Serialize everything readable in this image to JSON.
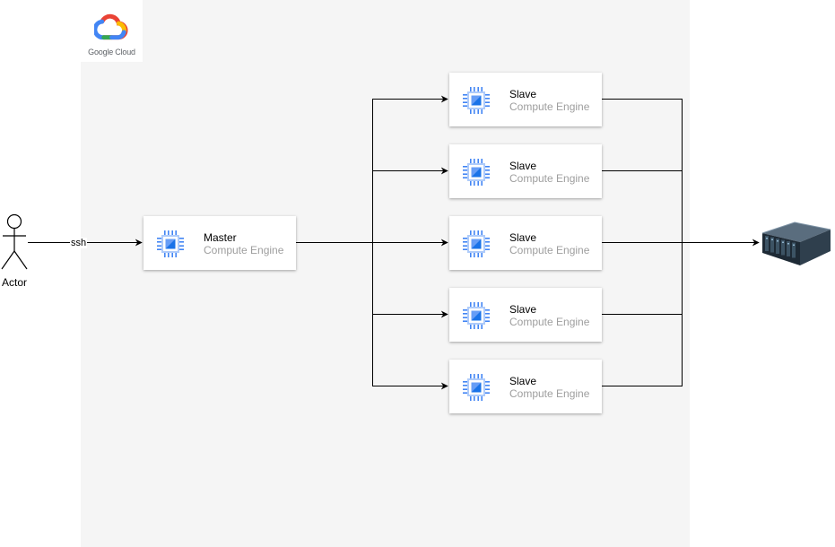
{
  "logo": {
    "text": "Google Cloud"
  },
  "actor": {
    "label": "Actor"
  },
  "edge": {
    "label": "ssh"
  },
  "master": {
    "title": "Master",
    "subtitle": "Compute Engine"
  },
  "slaves": [
    {
      "title": "Slave",
      "subtitle": "Compute Engine"
    },
    {
      "title": "Slave",
      "subtitle": "Compute Engine"
    },
    {
      "title": "Slave",
      "subtitle": "Compute Engine"
    },
    {
      "title": "Slave",
      "subtitle": "Compute Engine"
    },
    {
      "title": "Slave",
      "subtitle": "Compute Engine"
    }
  ],
  "colors": {
    "region_bg": "#f5f5f5",
    "chip_blue": "#4285f4",
    "subtitle_gray": "#9e9e9e"
  },
  "icons": {
    "node_icon": "compute-engine-chip-icon",
    "storage_icon": "server-storage-icon",
    "logo_icon": "google-cloud-logo-icon"
  }
}
